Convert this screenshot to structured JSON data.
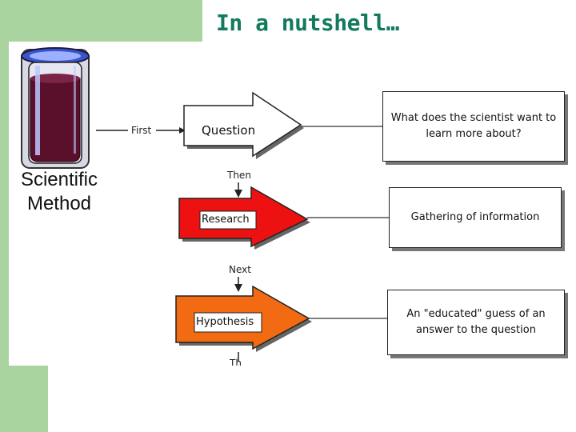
{
  "slide": {
    "title": "In a nutshell…",
    "side_label": "Scientific\nMethod"
  },
  "connectors": {
    "first": "First",
    "then": "Then",
    "next": "Next",
    "cut": "Th"
  },
  "steps": [
    {
      "label": "Question",
      "description": "What does the scientist want to learn more about?",
      "color": "#ffffff"
    },
    {
      "label": "Research",
      "description": "Gathering of information",
      "color": "#ee1111"
    },
    {
      "label": "Hypothesis",
      "description": "An \"educated\" guess of an answer to the question",
      "color": "#f26a12"
    }
  ],
  "colors": {
    "background_accent": "#a9d4a0",
    "title": "#127a5e",
    "tube_liquid": "#5a0f2a",
    "tube_glass": "#3b55c8"
  }
}
